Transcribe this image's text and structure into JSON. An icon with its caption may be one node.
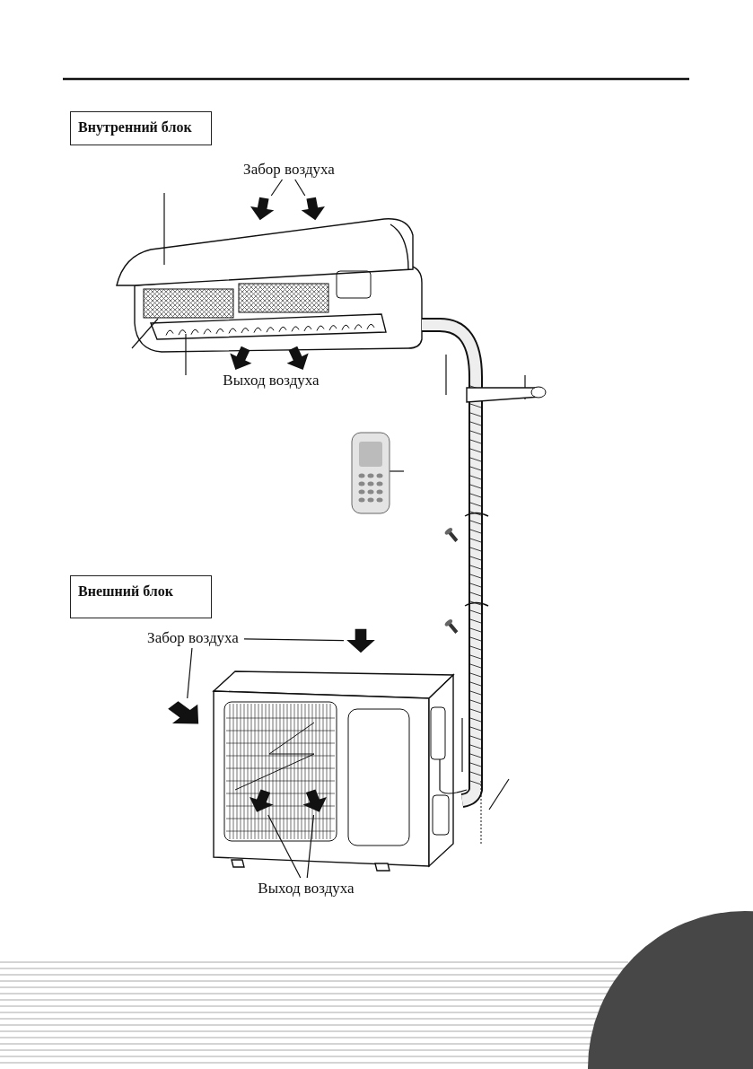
{
  "diagram": {
    "nodes": [
      {
        "text": [
          "Внутренний блок"
        ]
      },
      {
        "text": [
          "Забор воздуха"
        ]
      },
      {
        "text": [],
        "shape": "arrow"
      },
      {
        "text": [],
        "shape": "arrow"
      },
      {
        "text": [
          "Внешний блок"
        ]
      },
      {
        "text": [
          "Забор воздуха"
        ]
      },
      {
        "text": [],
        "shape": "arrow"
      },
      {
        "text": [],
        "shape": "arrow"
      },
      {
        "text": [
          "Выход воздуха"
        ]
      },
      {
        "text": [],
        "shape": "arrow"
      },
      {
        "text": [],
        "shape": "arrow"
      },
      {
        "text": [],
        "shape": "arrow"
      },
      {
        "text": [],
        "shape": "arrow"
      }
    ],
    "edges": [
      {
        "from": 1,
        "to": 2,
        "arrow": "none"
      },
      {
        "from": 1,
        "to": 3,
        "arrow": "none"
      },
      {
        "from": 5,
        "to": 6,
        "arrow": "none"
      },
      {
        "from": 5,
        "to": 7,
        "arrow": "none"
      },
      {
        "from": 8,
        "to": 9,
        "arrow": "none"
      },
      {
        "from": 8,
        "to": 10,
        "arrow": "none"
      }
    ],
    "labels": [
      "Выход воздуха"
    ]
  }
}
